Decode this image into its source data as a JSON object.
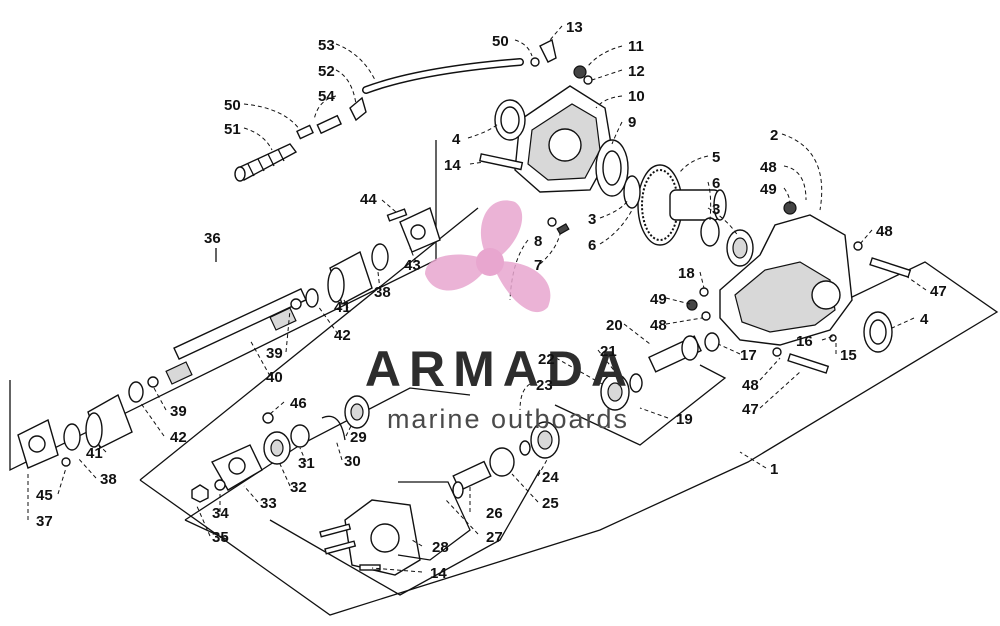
{
  "diagram": {
    "callouts": [
      {
        "id": "c53",
        "text": "53"
      },
      {
        "id": "c52",
        "text": "52"
      },
      {
        "id": "c54",
        "text": "54"
      },
      {
        "id": "c50a",
        "text": "50"
      },
      {
        "id": "c51",
        "text": "51"
      },
      {
        "id": "c50b",
        "text": "50"
      },
      {
        "id": "c13",
        "text": "13"
      },
      {
        "id": "c11",
        "text": "11"
      },
      {
        "id": "c12",
        "text": "12"
      },
      {
        "id": "c10",
        "text": "10"
      },
      {
        "id": "c9",
        "text": "9"
      },
      {
        "id": "c4a",
        "text": "4"
      },
      {
        "id": "c14a",
        "text": "14"
      },
      {
        "id": "c5",
        "text": "5"
      },
      {
        "id": "c6a",
        "text": "6"
      },
      {
        "id": "c3a",
        "text": "3"
      },
      {
        "id": "c6b",
        "text": "6"
      },
      {
        "id": "c3b",
        "text": "3"
      },
      {
        "id": "c2",
        "text": "2"
      },
      {
        "id": "c48a",
        "text": "48"
      },
      {
        "id": "c49a",
        "text": "49"
      },
      {
        "id": "c48b",
        "text": "48"
      },
      {
        "id": "c47a",
        "text": "47"
      },
      {
        "id": "c36",
        "text": "36"
      },
      {
        "id": "c44",
        "text": "44"
      },
      {
        "id": "c8",
        "text": "8"
      },
      {
        "id": "c7",
        "text": "7"
      },
      {
        "id": "c43",
        "text": "43"
      },
      {
        "id": "c38a",
        "text": "38"
      },
      {
        "id": "c41a",
        "text": "41"
      },
      {
        "id": "c42a",
        "text": "42"
      },
      {
        "id": "c18",
        "text": "18"
      },
      {
        "id": "c49b",
        "text": "49"
      },
      {
        "id": "c48c",
        "text": "48"
      },
      {
        "id": "c4b",
        "text": "4"
      },
      {
        "id": "c20",
        "text": "20"
      },
      {
        "id": "c21",
        "text": "21"
      },
      {
        "id": "c22",
        "text": "22"
      },
      {
        "id": "c17",
        "text": "17"
      },
      {
        "id": "c16",
        "text": "16"
      },
      {
        "id": "c15",
        "text": "15"
      },
      {
        "id": "c39a",
        "text": "39"
      },
      {
        "id": "c40",
        "text": "40"
      },
      {
        "id": "c23",
        "text": "23"
      },
      {
        "id": "c48d",
        "text": "48"
      },
      {
        "id": "c47b",
        "text": "47"
      },
      {
        "id": "c39b",
        "text": "39"
      },
      {
        "id": "c42b",
        "text": "42"
      },
      {
        "id": "c46",
        "text": "46"
      },
      {
        "id": "c29",
        "text": "29"
      },
      {
        "id": "c19",
        "text": "19"
      },
      {
        "id": "c41b",
        "text": "41"
      },
      {
        "id": "c31",
        "text": "31"
      },
      {
        "id": "c30",
        "text": "30"
      },
      {
        "id": "c38b",
        "text": "38"
      },
      {
        "id": "c32",
        "text": "32"
      },
      {
        "id": "c24",
        "text": "24"
      },
      {
        "id": "c1",
        "text": "1"
      },
      {
        "id": "c45",
        "text": "45"
      },
      {
        "id": "c33",
        "text": "33"
      },
      {
        "id": "c25",
        "text": "25"
      },
      {
        "id": "c37",
        "text": "37"
      },
      {
        "id": "c34",
        "text": "34"
      },
      {
        "id": "c26",
        "text": "26"
      },
      {
        "id": "c27",
        "text": "27"
      },
      {
        "id": "c35",
        "text": "35"
      },
      {
        "id": "c28",
        "text": "28"
      },
      {
        "id": "c14b",
        "text": "14"
      }
    ]
  },
  "watermark": {
    "title": "ARMADA",
    "subtitle": "marine outboards",
    "logo_color": "#e8a6cf"
  }
}
